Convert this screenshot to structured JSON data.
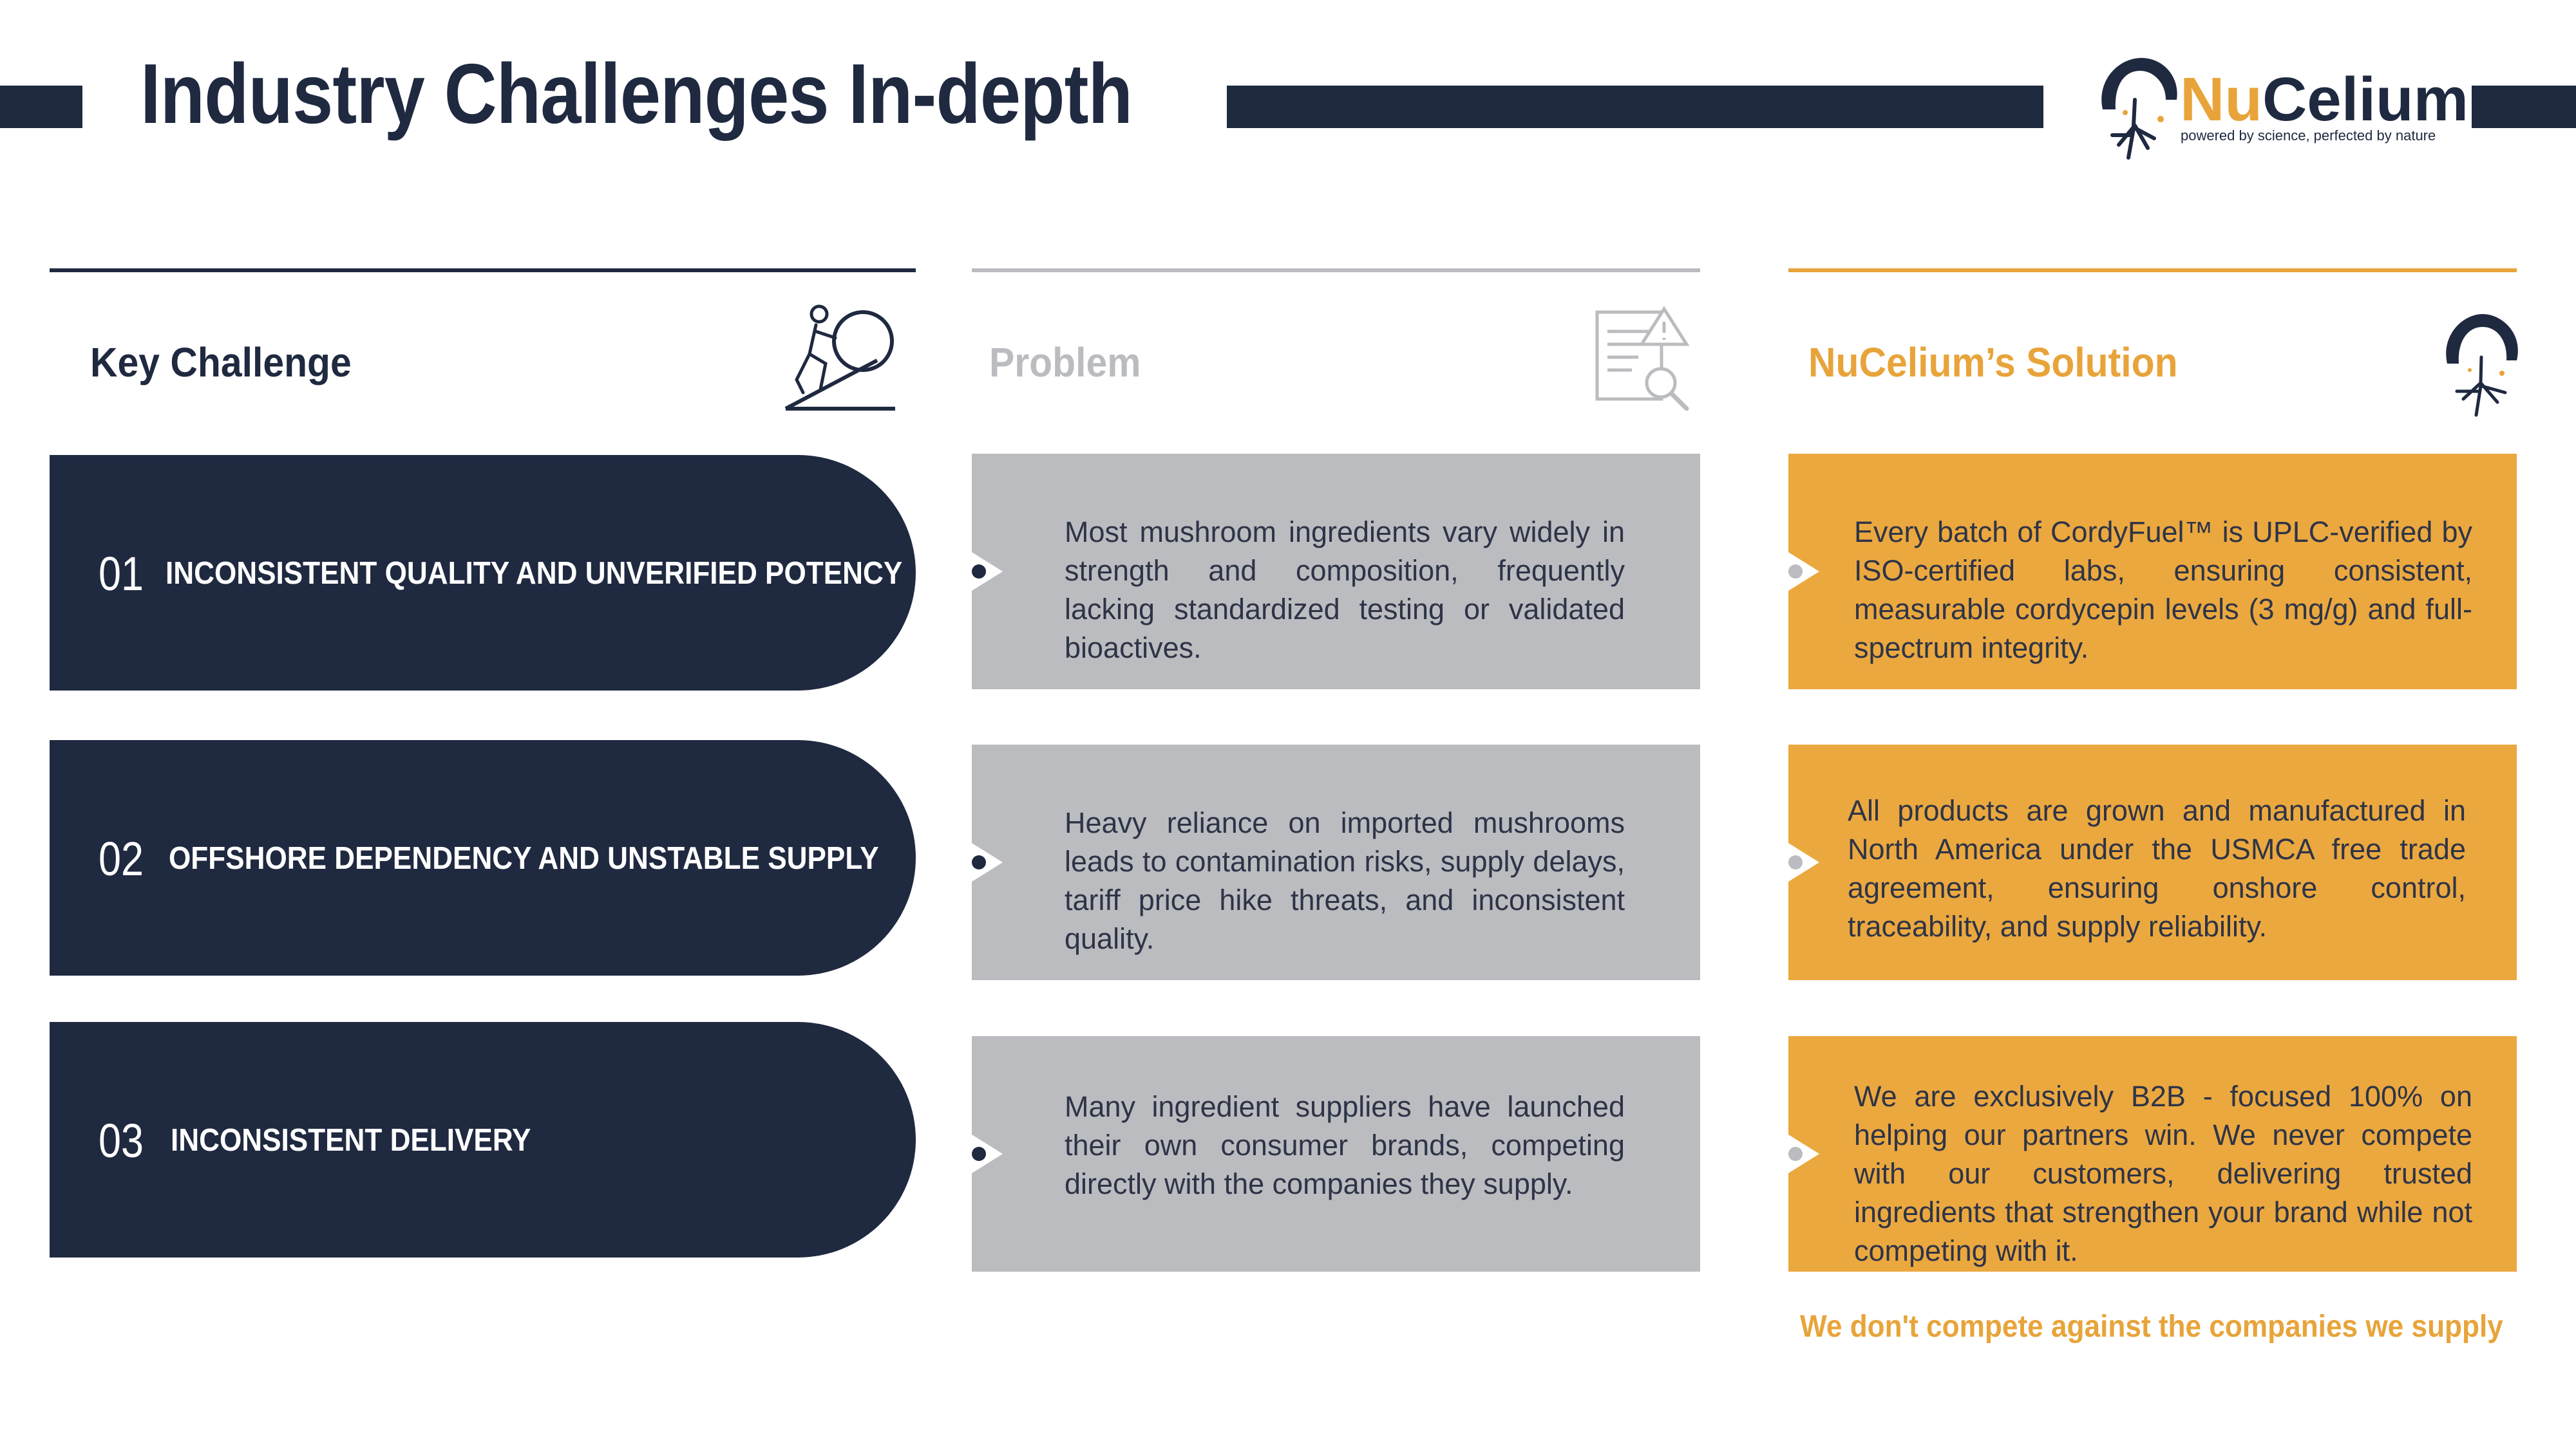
{
  "header": {
    "title": "Industry Challenges In-depth",
    "logo_nu": "Nu",
    "logo_celium": "Celium",
    "logo_tagline": "powered by science, perfected by nature"
  },
  "columns": {
    "key_challenge": "Key Challenge",
    "problem": "Problem",
    "solution": "NuCelium’s Solution"
  },
  "rows": [
    {
      "num": "01",
      "challenge": "INCONSISTENT QUALITY AND UNVERIFIED POTENCY",
      "problem": "Most mushroom ingredients vary widely in strength and composition, frequently lacking standardized testing or validated bioactives.",
      "solution": "Every batch of CordyFuel™ is UPLC-verified by ISO-certified labs, ensuring consistent, measurable cordycepin levels (3 mg/g) and full-spectrum integrity."
    },
    {
      "num": "02",
      "challenge": "OFFSHORE DEPENDENCY AND UNSTABLE SUPPLY",
      "problem": "Heavy reliance on imported mushrooms leads to contamination risks, supply delays, tariff price hike threats, and inconsistent quality.",
      "solution": "All products are grown and manufactured in North America under the USMCA free trade agreement, ensuring onshore control, traceability, and supply reliability."
    },
    {
      "num": "03",
      "challenge": "INCONSISTENT DELIVERY",
      "problem": "Many ingredient suppliers have launched their own consumer brands, competing directly with the companies they supply.",
      "solution": "We are exclusively B2B - focused 100% on helping our partners win. We never compete with our customers, delivering trusted ingredients that strengthen your brand while not competing with it."
    }
  ],
  "footer": "We don't compete against the companies we supply",
  "colors": {
    "navy": "#1f2940",
    "gray": "#bbbcc0",
    "orange": "#eba83f",
    "accent_text": "#e8a43a"
  }
}
